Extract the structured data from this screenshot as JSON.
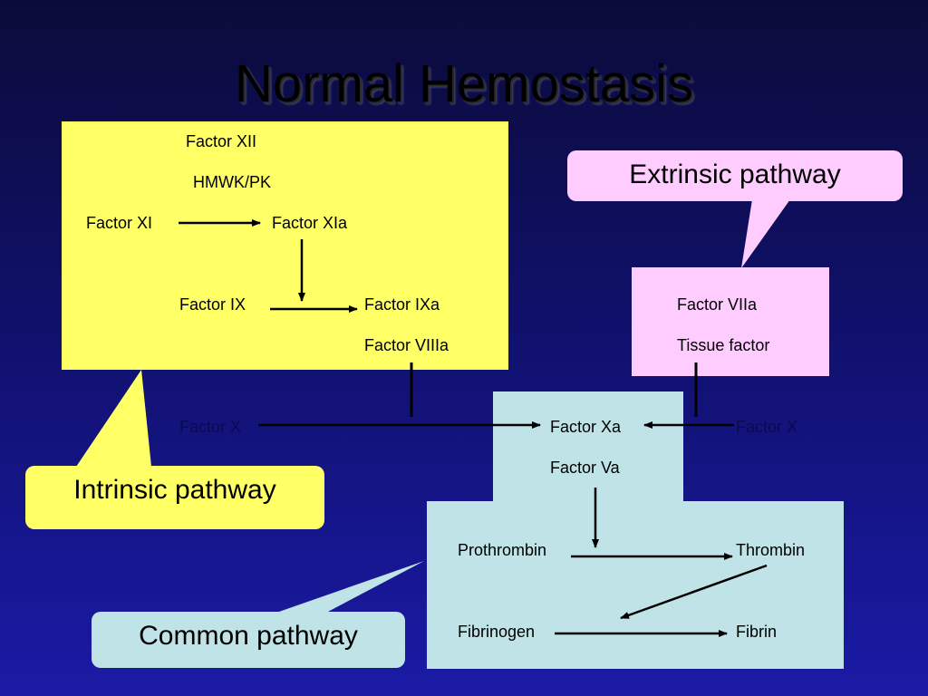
{
  "title": "Normal Hemostasis",
  "colors": {
    "intrinsic_box": "#ffff66",
    "extrinsic_box": "#ffccff",
    "common_box": "#bfe3e6",
    "background": "#10106a",
    "arrow": "#000000"
  },
  "callouts": {
    "intrinsic": "Intrinsic pathway",
    "extrinsic": "Extrinsic pathway",
    "common": "Common pathway"
  },
  "intrinsic_factors": {
    "factor_xii": "Factor XII",
    "hmwk_pk": "HMWK/PK",
    "factor_xi": "Factor XI",
    "factor_xia": "Factor XIa",
    "factor_ix": "Factor IX",
    "factor_ixa": "Factor IXa",
    "factor_viiia": "Factor VIIIa"
  },
  "extrinsic_factors": {
    "factor_viia": "Factor VIIa",
    "tissue_factor": "Tissue factor"
  },
  "common_factors": {
    "factor_x_left": "Factor X",
    "factor_x_right": "Factor X",
    "factor_xa": "Factor Xa",
    "factor_va": "Factor Va",
    "prothrombin": "Prothrombin",
    "thrombin": "Thrombin",
    "fibrinogen": "Fibrinogen",
    "fibrin": "Fibrin"
  }
}
